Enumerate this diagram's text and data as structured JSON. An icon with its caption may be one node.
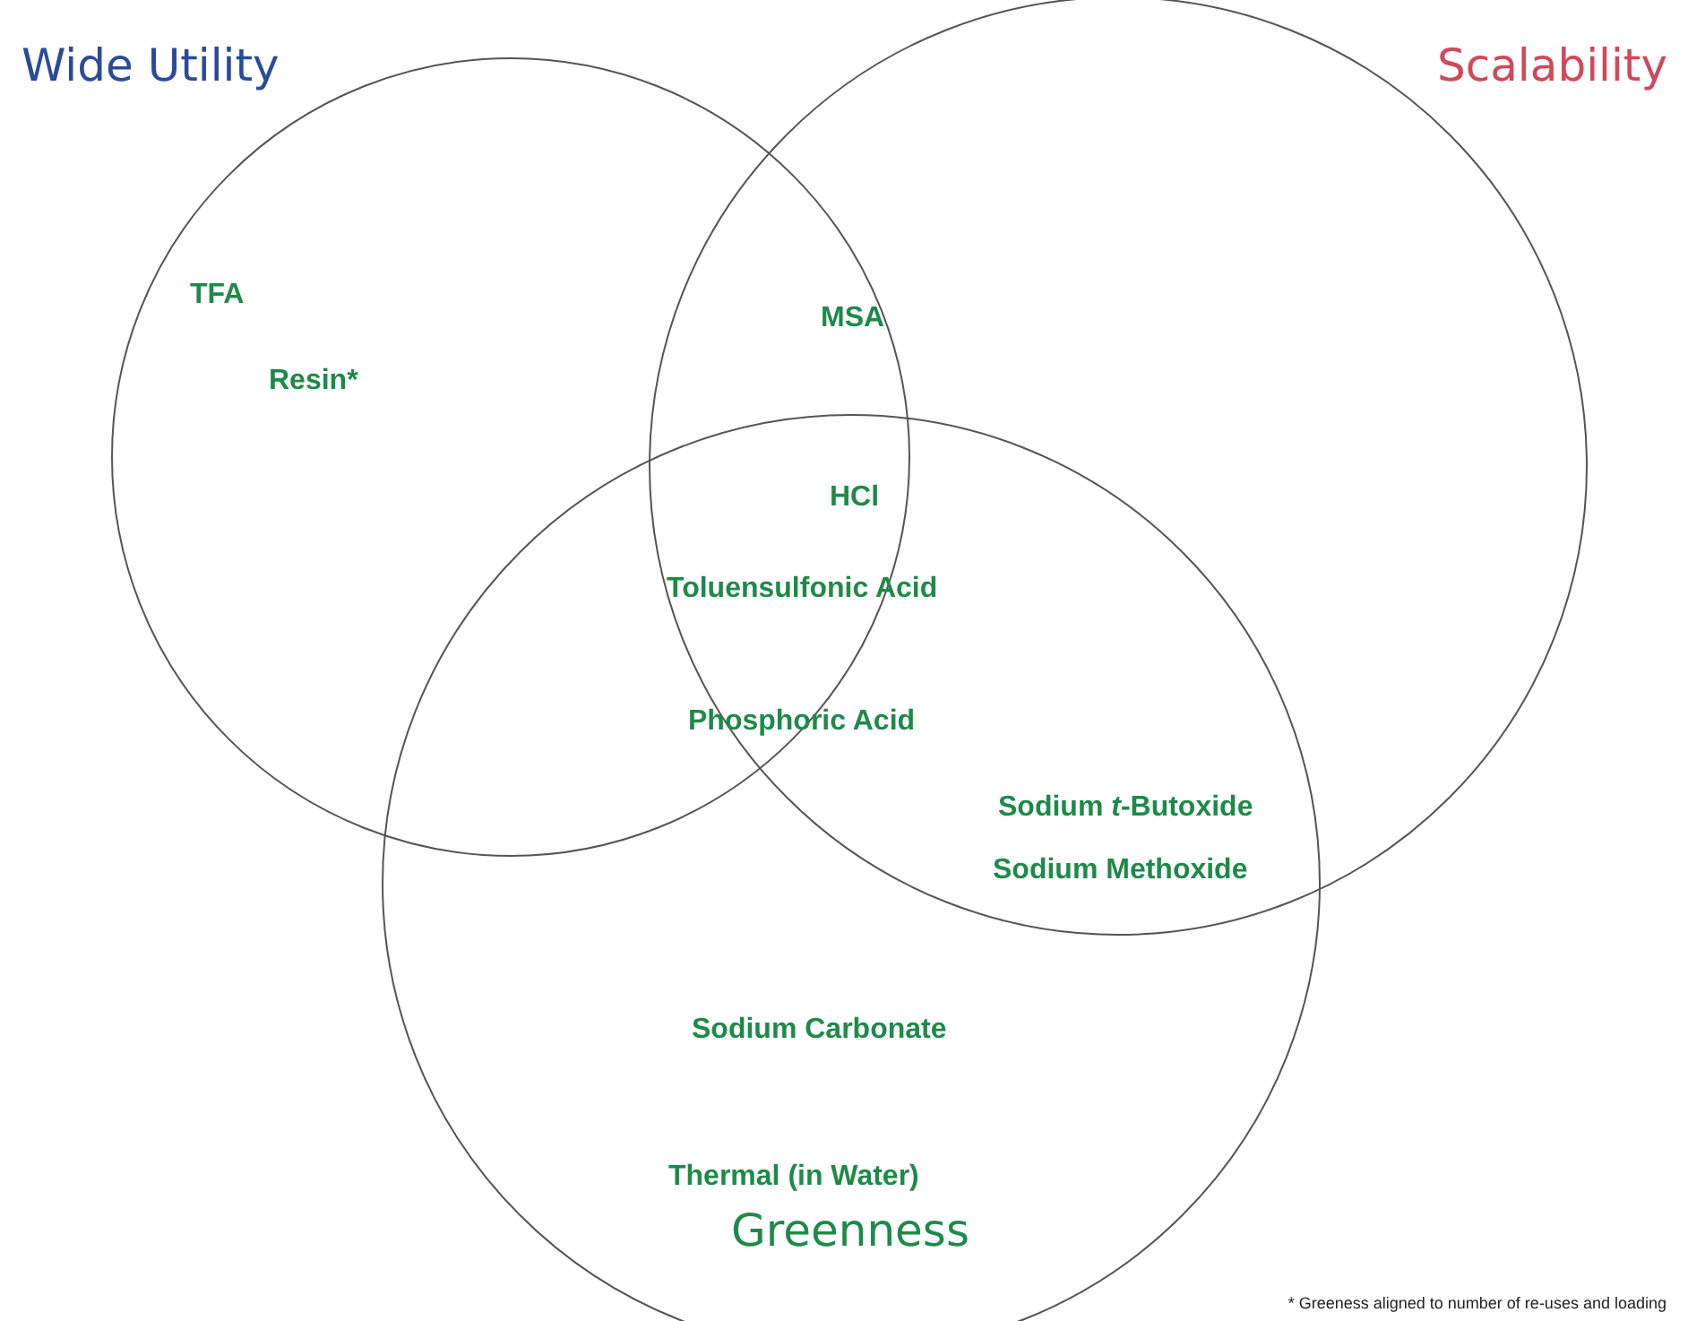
{
  "diagram": {
    "nodes": [
      {
        "text": [
          "Wide Utility"
        ]
      },
      {
        "text": [
          "Scalability"
        ]
      },
      {
        "text": [
          "Greenness"
        ]
      }
    ],
    "labels": [
      "TFA",
      "Resin*",
      "MSA",
      "HCl",
      "Toluensulfonic Acid",
      "Phosphoric Acid",
      "Sodium *t*-Butoxide",
      "Sodium Methoxide",
      "Sodium Carbonate",
      "Thermal (in Water)",
      "* Greeness aligned to number of re-uses and loading"
    ]
  }
}
